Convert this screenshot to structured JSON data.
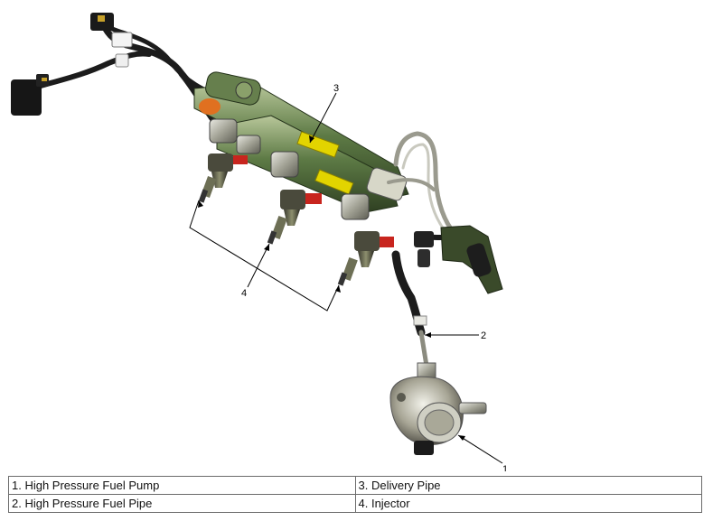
{
  "callouts": {
    "c1": "1",
    "c2": "2",
    "c3": "3",
    "c4": "4"
  },
  "legend": [
    [
      "1. High Pressure Fuel Pump",
      "3. Delivery Pipe"
    ],
    [
      "2. High Pressure Fuel Pipe",
      "4. Injector"
    ]
  ],
  "colors": {
    "rail": "#4e6b3a",
    "rail_highlight": "#9bb07c",
    "harness": "#1c1c1c",
    "label_tag": "#e2d400",
    "connector_red": "#c8251e",
    "connector_orange": "#e07020",
    "pipe_metal": "#9a9a8e",
    "leader_line": "#000000"
  }
}
